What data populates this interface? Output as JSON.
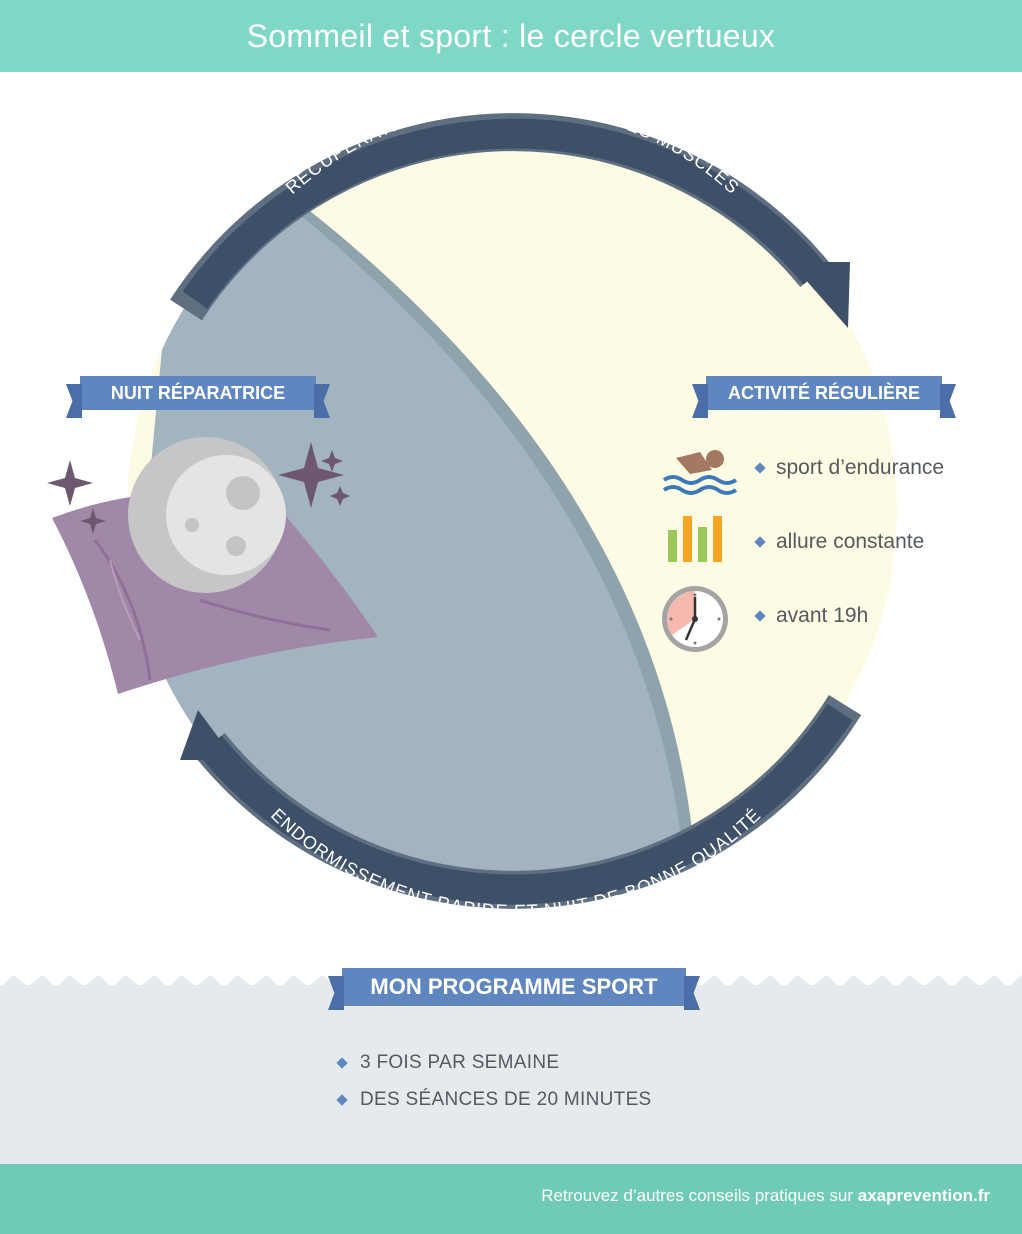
{
  "header": {
    "title": "Sommeil et sport : le cercle vertueux"
  },
  "cycle": {
    "top_arc": "RÉCUPÉRATION ET RELÂCHEMENT DES MUSCLES",
    "bottom_arc": "ENDORMISSEMENT RAPIDE ET NUIT DE BONNE QUALITÉ"
  },
  "night": {
    "label": "NUIT RÉPARATRICE"
  },
  "activity": {
    "label": "ACTIVITÉ RÉGULIÈRE",
    "items": [
      {
        "icon": "swimmer-icon",
        "text": "sport d’endurance"
      },
      {
        "icon": "bar-chart-icon",
        "text": "allure constante"
      },
      {
        "icon": "clock-icon",
        "text": "avant 19h"
      }
    ]
  },
  "program": {
    "title": "MON PROGRAMME SPORT",
    "items": [
      "3 FOIS PAR SEMAINE",
      "DES SÉANCES DE 20 MINUTES"
    ]
  },
  "footer": {
    "text": "Retrouvez d’autres conseils pratiques sur ",
    "link": "axaprevention.fr"
  },
  "colors": {
    "header": "#7fd8c5",
    "footer": "#6fcab6",
    "ribbon": "#5f86bf",
    "arrow": "#3e4f68",
    "night_side": "#a1b4c0",
    "day_side": "#fdfbe3",
    "pillow": "#a187a8"
  }
}
